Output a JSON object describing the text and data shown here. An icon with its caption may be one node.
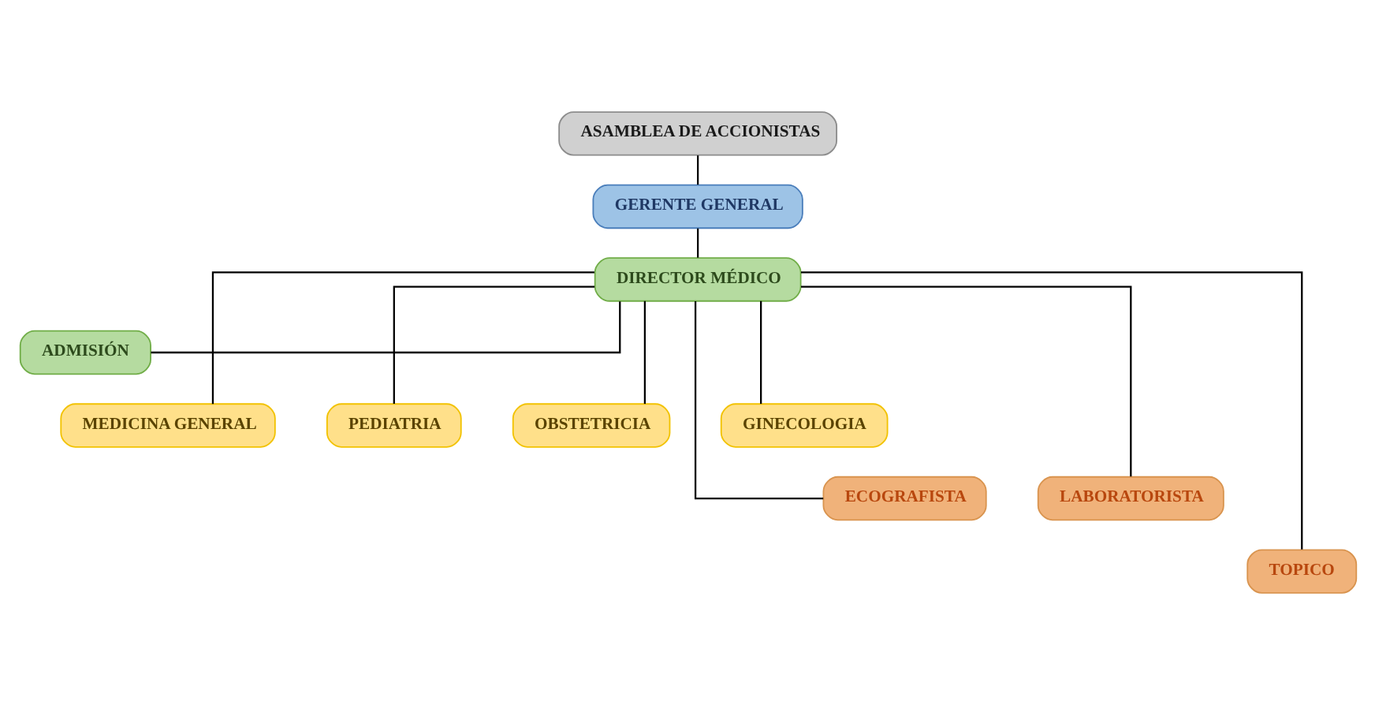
{
  "diagram": {
    "nodes": [
      {
        "text": [
          "ASAMBLEA DE ACCIONISTAS"
        ]
      },
      {
        "text": [
          "GERENTE GENERAL"
        ]
      },
      {
        "text": [
          "DIRECTOR MÉDICO"
        ]
      },
      {
        "text": [
          "ADMISIÓN"
        ]
      },
      {
        "text": [
          "MEDICINA GENERAL"
        ]
      },
      {
        "text": [
          "PEDIATRIA"
        ]
      },
      {
        "text": [
          "OBSTETRICIA"
        ]
      },
      {
        "text": [
          "GINECOLOGIA"
        ]
      },
      {
        "text": [
          "ECOGRAFISTA"
        ]
      },
      {
        "text": [
          "LABORATORISTA"
        ]
      },
      {
        "text": [
          "TOPICO"
        ]
      }
    ],
    "edges": [
      {
        "from": 0,
        "to": 1,
        "arrow": "none"
      },
      {
        "from": 1,
        "to": 2,
        "arrow": "none"
      },
      {
        "from": 2,
        "to": 3,
        "arrow": "none"
      },
      {
        "from": 2,
        "to": 4,
        "arrow": "none"
      },
      {
        "from": 2,
        "to": 5,
        "arrow": "none"
      },
      {
        "from": 2,
        "to": 6,
        "arrow": "none"
      },
      {
        "from": 2,
        "to": 7,
        "arrow": "none"
      },
      {
        "from": 2,
        "to": 8,
        "arrow": "none"
      },
      {
        "from": 2,
        "to": 9,
        "arrow": "none"
      },
      {
        "from": 2,
        "to": 10,
        "arrow": "none"
      }
    ]
  }
}
